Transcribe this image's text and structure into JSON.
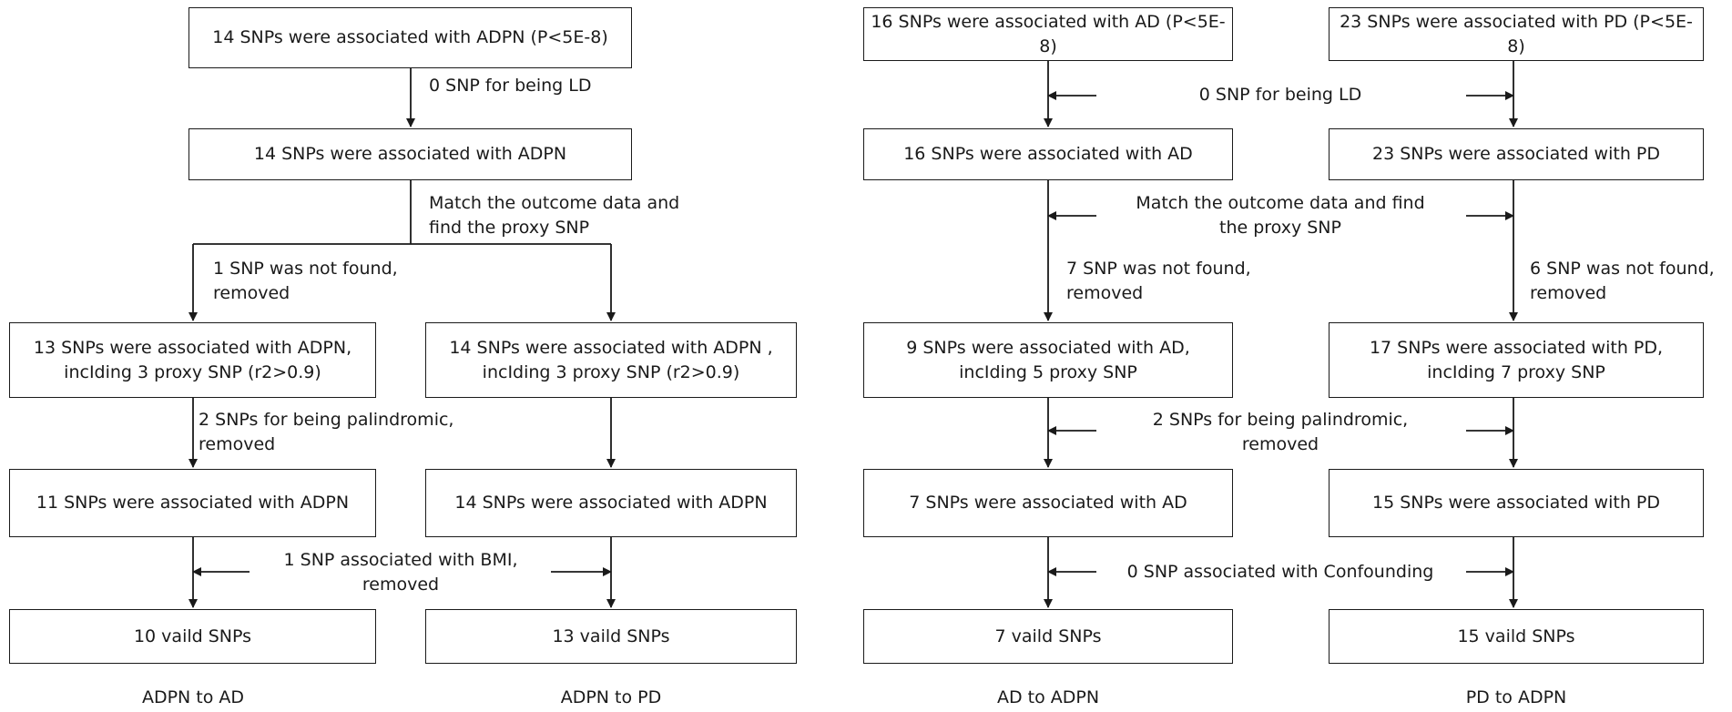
{
  "left": {
    "top_box": "14 SNPs were associated with ADPN (P<5E-8)",
    "ld_step": "0 SNP for being LD",
    "box2": "14 SNPs were associated with ADPN",
    "match_step": "Match the outcome data and\nfind the proxy SNP",
    "notfound_step": "1 SNP was not found,\nremoved",
    "ad_box3": "13 SNPs were associated with ADPN,\nincIding 3 proxy SNP (r2>0.9)",
    "pd_box3": "14 SNPs were associated with ADPN ,\nincIding 3 proxy SNP (r2>0.9)",
    "palin_step": "2 SNPs for being palindromic,\nremoved",
    "ad_box4": "11 SNPs  were associated with ADPN",
    "pd_box4": "14 SNPs were associated with ADPN",
    "bmi_step": "1 SNP associated with BMI,\nremoved",
    "ad_box5": "10 vaild SNPs",
    "pd_box5": "13 vaild SNPs",
    "ad_caption": "ADPN to AD",
    "pd_caption": "ADPN to PD"
  },
  "right": {
    "ad_box1": "16 SNPs were associated with AD (P<5E-8)",
    "pd_box1": "23 SNPs were associated with PD (P<5E-8)",
    "ld_step": "0 SNP for being LD",
    "ad_box2": "16 SNPs were associated with AD",
    "pd_box2": "23 SNPs were associated with PD",
    "match_step": "Match the outcome data and find\nthe proxy SNP",
    "ad_notfound": "7 SNP was not found,\nremoved",
    "pd_notfound": "6 SNP was not found,\nremoved",
    "ad_box3": "9 SNPs were associated with AD,\nincIding 5 proxy SNP",
    "pd_box3": "17 SNPs were associated with PD,\nincIding 7 proxy SNP",
    "palin_step": "2 SNPs for being palindromic,\nremoved",
    "ad_box4": "7 SNPs  were associated with AD",
    "pd_box4": "15 SNPs  were associated with PD",
    "confound_step": "0 SNP associated with Confounding",
    "ad_box5": "7 vaild SNPs",
    "pd_box5": "15 vaild SNPs",
    "ad_caption": "AD to ADPN",
    "pd_caption": "PD to ADPN"
  }
}
